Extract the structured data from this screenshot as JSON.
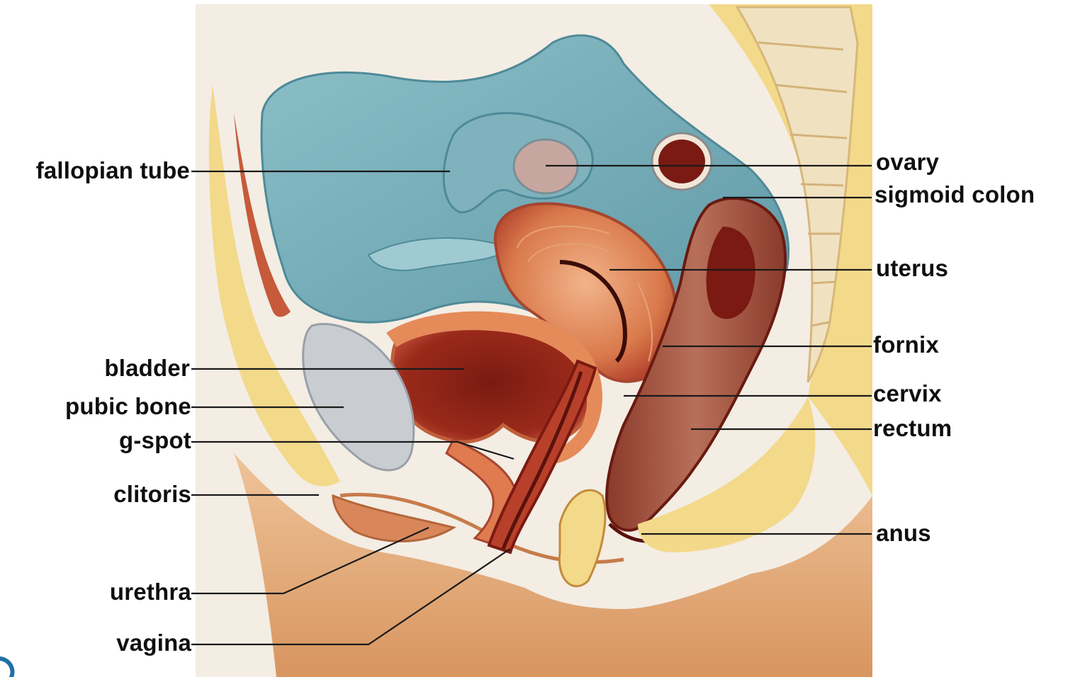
{
  "labels": {
    "left": [
      {
        "id": "fallopian-tube",
        "text": "fallopian tube"
      },
      {
        "id": "bladder",
        "text": "bladder"
      },
      {
        "id": "pubic-bone",
        "text": "pubic bone"
      },
      {
        "id": "g-spot",
        "text": "g-spot"
      },
      {
        "id": "clitoris",
        "text": "clitoris"
      },
      {
        "id": "urethra",
        "text": "urethra"
      },
      {
        "id": "vagina",
        "text": "vagina"
      }
    ],
    "right": [
      {
        "id": "ovary",
        "text": "ovary"
      },
      {
        "id": "sigmoid-colon",
        "text": "sigmoid colon"
      },
      {
        "id": "uterus",
        "text": "uterus"
      },
      {
        "id": "fornix",
        "text": "fornix"
      },
      {
        "id": "cervix",
        "text": "cervix"
      },
      {
        "id": "rectum",
        "text": "rectum"
      },
      {
        "id": "anus",
        "text": "anus"
      }
    ]
  },
  "colors": {
    "background_paper": "#f3ede4",
    "peritoneal_blue": "#7fb2bd",
    "fat_yellow": "#f3d98a",
    "tissue_orange": "#e19a5e",
    "muscle_red": "#b4452e",
    "lumen_dark_red": "#7a1a12",
    "bone_grey": "#c9cdd2",
    "skin_peach": "#e9b687"
  }
}
